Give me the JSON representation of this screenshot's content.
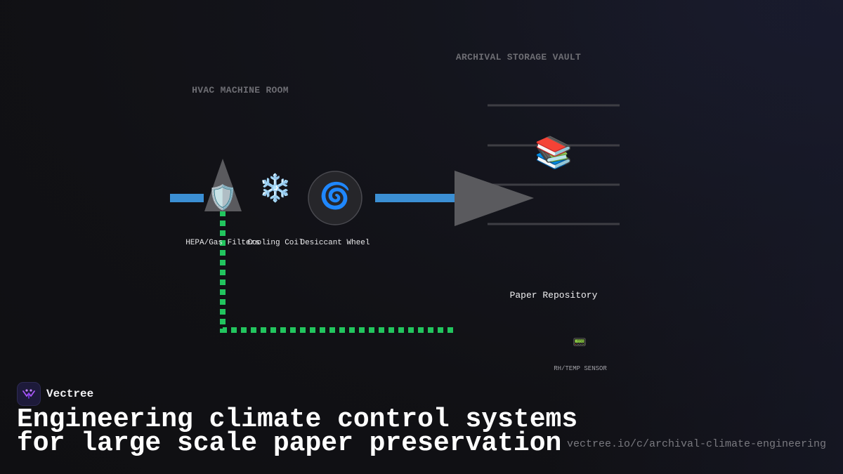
{
  "diagram": {
    "zones": {
      "hvac_machine_room": "HVAC MACHINE ROOM",
      "archival_storage_vault": "ARCHIVAL STORAGE VAULT"
    },
    "components": {
      "filters": {
        "label": "HEPA/Gas Filters",
        "icon": "shield-icon",
        "glyph": "🛡️"
      },
      "cooling_coil": {
        "label": "Cooling Coil",
        "icon": "snowflake-icon",
        "glyph": "❄️"
      },
      "desiccant_wheel": {
        "label": "Desiccant Wheel",
        "icon": "cyclone-icon",
        "glyph": "🌀"
      }
    },
    "repository": {
      "label": "Paper Repository",
      "icon": "books-icon",
      "glyph": "📚"
    },
    "sensor": {
      "label": "RH/TEMP SENSOR",
      "icon": "pager-icon",
      "glyph": "📟"
    },
    "colors": {
      "supply_air": "#3b8fd4",
      "return_air": "#22c55e",
      "arrow": "#5a5a5e",
      "shelf": "#3e3e44"
    }
  },
  "brand": {
    "name": "Vectree",
    "logo_icon": "vectree-logo-icon"
  },
  "headline": {
    "line1": "Engineering climate control systems",
    "line2": "for large scale paper preservation"
  },
  "url": "vectree.io/c/archival-climate-engineering"
}
